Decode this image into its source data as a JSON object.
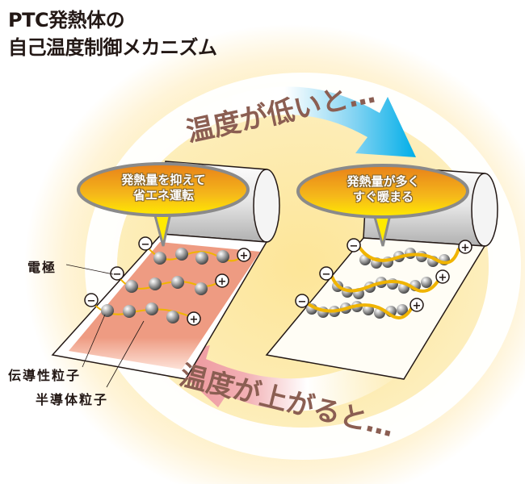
{
  "title": {
    "line1": "PTC発熱体の",
    "line2": "自己温度制御メカニズム"
  },
  "cycle": {
    "top_arrow_text": "温度が低いと…",
    "bottom_arrow_text": "温度が上がると…",
    "top_arrow_color": "#00aee8",
    "bottom_arrow_color": "#ec8e94",
    "text_color": "#8b5e52",
    "background_glow": "#fde9a0"
  },
  "left_panel": {
    "state": "high-temperature",
    "bubble_line1": "発熱量を抑えて",
    "bubble_line2": "省エネ運転",
    "sheet_fill": "#ee9b82",
    "wire_color": "#f0b400",
    "rows": 3
  },
  "right_panel": {
    "state": "low-temperature",
    "bubble_line1": "発熱量が多く",
    "bubble_line2": "すぐ暖まる",
    "sheet_fill": "#fff6dc",
    "wire_color": "#f0b400",
    "rows": 3
  },
  "labels": {
    "electrode": "電極",
    "conductive_particles": "伝導性粒子",
    "semiconductor_particles": "半導体粒子"
  },
  "electrode_symbols": {
    "negative": "−",
    "positive": "+"
  }
}
